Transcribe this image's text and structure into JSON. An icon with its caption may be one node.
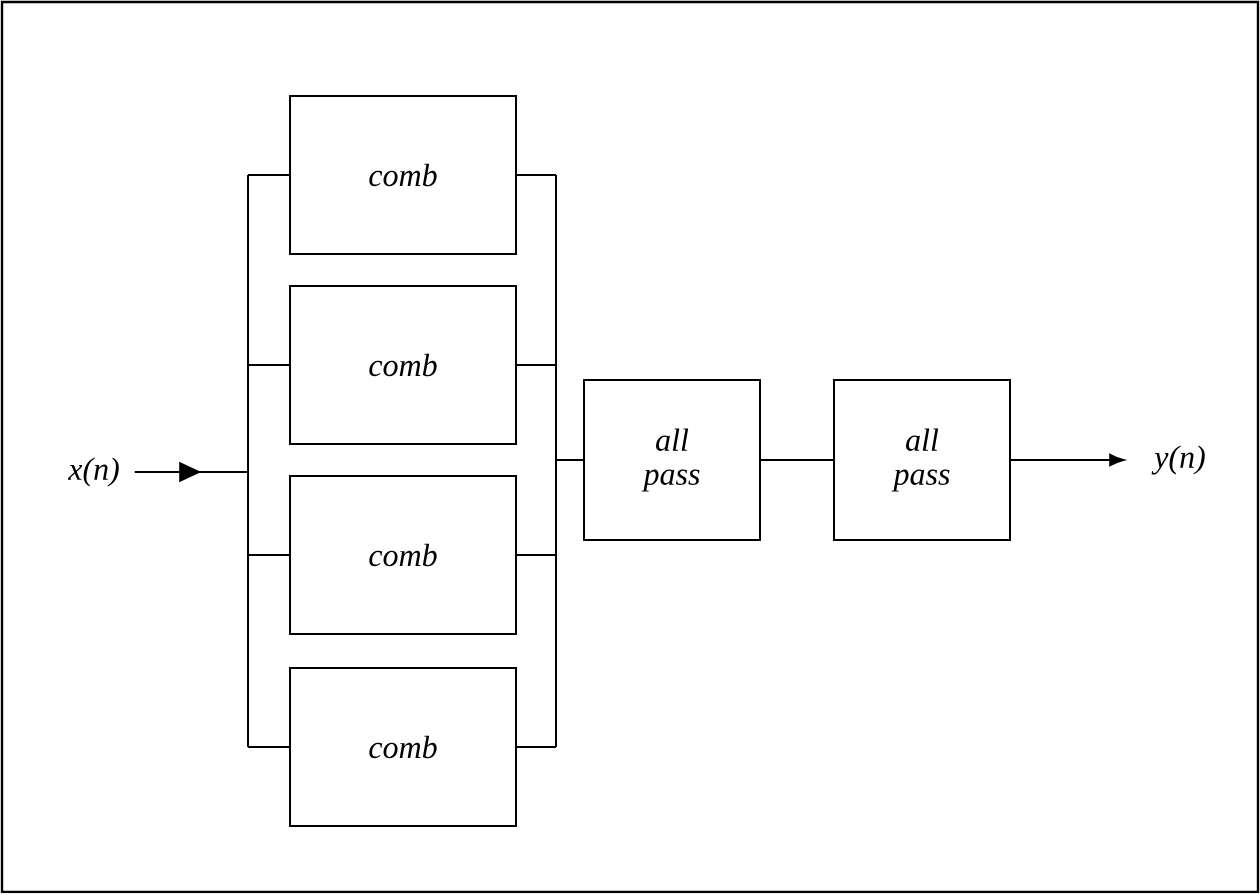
{
  "diagram": {
    "nodes": [
      {
        "text": [
          "x(n)"
        ]
      },
      {
        "text": [
          "comb"
        ]
      },
      {
        "text": [
          "comb"
        ]
      },
      {
        "text": [
          "comb"
        ]
      },
      {
        "text": [
          "comb"
        ]
      },
      {
        "text": [
          "all pass"
        ]
      },
      {
        "text": [
          "all pass"
        ]
      },
      {
        "text": [
          "y(n)"
        ]
      }
    ],
    "edges": [
      {
        "from": 0,
        "to": 1,
        "arrow": "to"
      },
      {
        "from": 0,
        "to": 2,
        "arrow": "to"
      },
      {
        "from": 0,
        "to": 3,
        "arrow": "to"
      },
      {
        "from": 0,
        "to": 4,
        "arrow": "to"
      },
      {
        "from": 1,
        "to": 5,
        "arrow": "none"
      },
      {
        "from": 2,
        "to": 5,
        "arrow": "none"
      },
      {
        "from": 3,
        "to": 5,
        "arrow": "none"
      },
      {
        "from": 4,
        "to": 5,
        "arrow": "none"
      },
      {
        "from": 5,
        "to": 6,
        "arrow": "none"
      },
      {
        "from": 6,
        "to": 7,
        "arrow": "to"
      }
    ]
  }
}
